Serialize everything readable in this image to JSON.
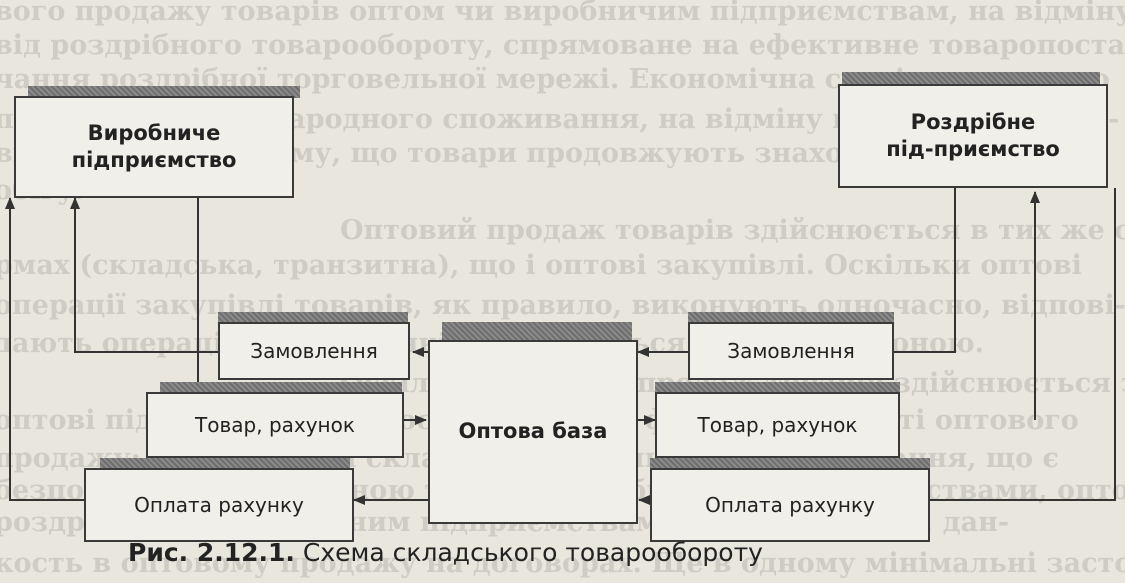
{
  "background_text": [
    "вого продажу товарів оптом чи виробничим підприємствам, на відміну",
    "від роздрібного товарообороту, спрямоване на ефективне товаропоста-",
    "чання роздрібної торговельної мережі. Економічна сутність оптового",
    "продажу товарів народного споживання, на відміну від продажу сиро-",
    "вини, полягає в тому, що товари продовжують знаходитися у сфері",
    "обігу.",
    "Оптовий продаж товарів здійснюється в тих же організаційних фо-",
    "рмах (складська, транзитна), що і оптові закупівлі. Оскільки оптові",
    "операції закупівлі товарів, як правило, виконують одночасно, відпові-",
    "дають операції продажу, які здійснюються другою стороною.",
    "Оскільки оптовий продаж товарів здійснюється за договором, так і",
    "оптові підприємства застосовують різні форми діяльності оптового",
    "продажу: транзитний і складський форми товаропостачання, що є",
    "безпосередньо сировиною товарів виробничими підприємствами, оптовим",
    "роздрібним торговельним підприємствам. У складі заходу, дан-",
    "кость в оптовому продажу на договорах. Ще в одному мінімальні засто-"
  ],
  "diagram": {
    "producer": "Виробниче підприємство",
    "retailer": "Роздрібне під-приємство",
    "wholesale_base": "Оптова база",
    "left_order": "Замовлення",
    "left_goods_invoice": "Товар, рахунок",
    "left_payment": "Оплата рахунку",
    "right_order": "Замовлення",
    "right_goods_invoice": "Товар, рахунок",
    "right_payment": "Оплата рахунку"
  },
  "caption": {
    "label": "Рис. 2.12.1.",
    "text": "Схема складського товарообороту"
  },
  "colors": {
    "paper": "#e9e6de",
    "box_fill": "#f1efe9",
    "border": "#3a3a3a",
    "shadow": "#7c7c7c"
  }
}
